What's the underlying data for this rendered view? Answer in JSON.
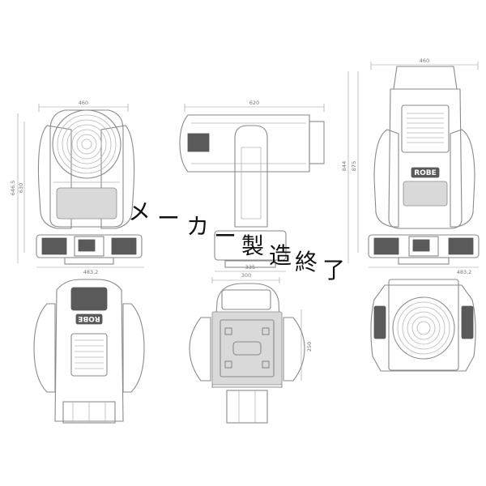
{
  "overlay_text": [
    "メ",
    "ー",
    "カ",
    "ー",
    "製",
    "造",
    "終",
    "了"
  ],
  "logo_text": "ROBE",
  "dimensions": {
    "front_width": "460",
    "front_height_outer": "646,5",
    "front_height_inner": "630",
    "front_base_width": "483,2",
    "side_width": "620",
    "side_base_width": "335",
    "back_width": "460",
    "back_height_inner": "844",
    "back_height_outer": "875",
    "back_base_width": "483,2",
    "bottom_width": "300",
    "bottom_height": "250"
  }
}
